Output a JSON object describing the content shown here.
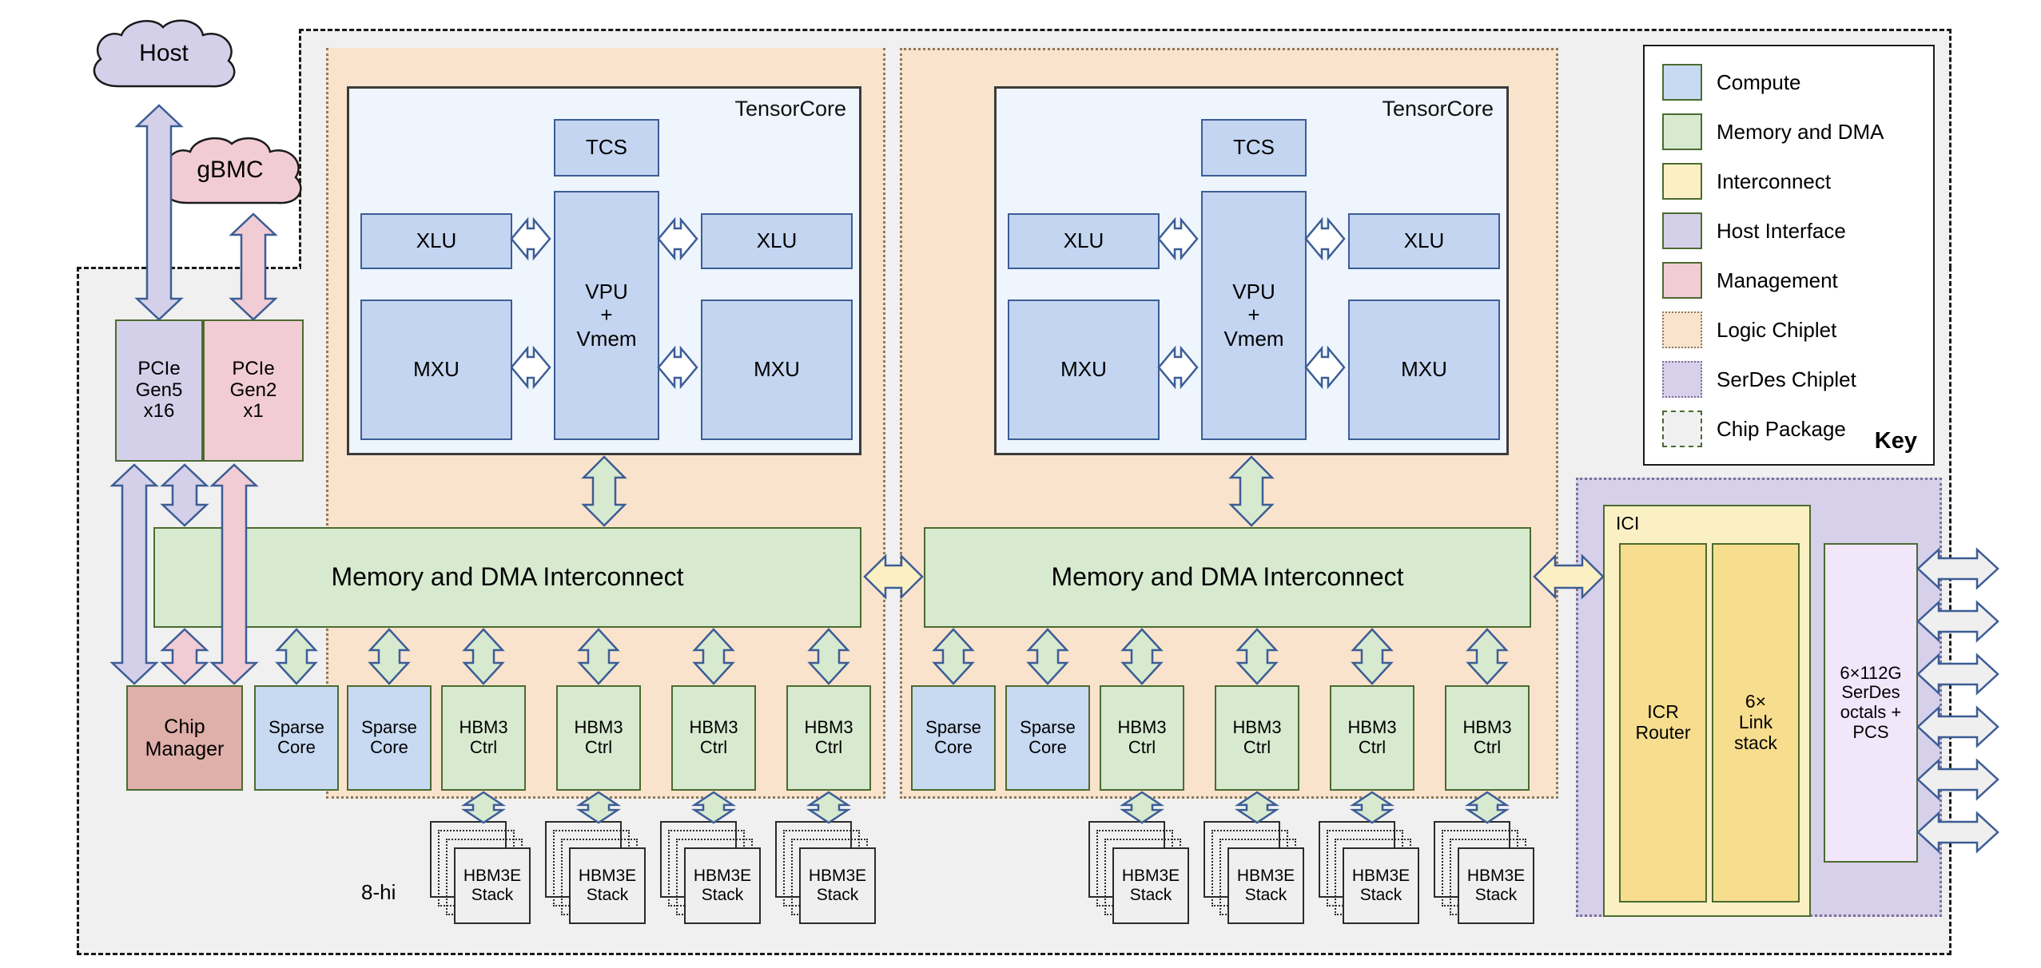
{
  "external": {
    "host": "Host",
    "gbmc": "gBMC"
  },
  "labels": {
    "eight_hi": "8-hi",
    "tensorcore": "TensorCore",
    "ici": "ICI"
  },
  "chiplet_a": {
    "tensorcore": {
      "title": "TensorCore",
      "tcs": "TCS",
      "vpu": "VPU\n+\nVmem",
      "vpu_l1": "VPU",
      "vpu_l2": "+",
      "vpu_l3": "Vmem",
      "xlu_left": "XLU",
      "xlu_right": "XLU",
      "mxu_left": "MXU",
      "mxu_right": "MXU"
    },
    "interconnect": "Memory and DMA Interconnect",
    "bottom_blocks": [
      {
        "label": "Chip\nManager",
        "l1": "Chip",
        "l2": "Manager",
        "kind": "mgmt-dark"
      },
      {
        "label": "Sparse\nCore",
        "l1": "Sparse",
        "l2": "Core",
        "kind": "compute"
      },
      {
        "label": "Sparse\nCore",
        "l1": "Sparse",
        "l2": "Core",
        "kind": "compute"
      },
      {
        "label": "HBM3\nCtrl",
        "l1": "HBM3",
        "l2": "Ctrl",
        "kind": "memdma"
      },
      {
        "label": "HBM3\nCtrl",
        "l1": "HBM3",
        "l2": "Ctrl",
        "kind": "memdma"
      },
      {
        "label": "HBM3\nCtrl",
        "l1": "HBM3",
        "l2": "Ctrl",
        "kind": "memdma"
      },
      {
        "label": "HBM3\nCtrl",
        "l1": "HBM3",
        "l2": "Ctrl",
        "kind": "memdma"
      }
    ],
    "pcie": [
      {
        "l1": "PCIe",
        "l2": "Gen5",
        "l3": "x16",
        "kind": "hostif"
      },
      {
        "l1": "PCIe",
        "l2": "Gen2",
        "l3": "x1",
        "kind": "mgmt"
      }
    ],
    "hbm_stacks": [
      {
        "l1": "HBM3E",
        "l2": "Stack"
      },
      {
        "l1": "HBM3E",
        "l2": "Stack"
      },
      {
        "l1": "HBM3E",
        "l2": "Stack"
      },
      {
        "l1": "HBM3E",
        "l2": "Stack"
      }
    ]
  },
  "chiplet_b": {
    "tensorcore": {
      "title": "TensorCore",
      "tcs": "TCS",
      "vpu_l1": "VPU",
      "vpu_l2": "+",
      "vpu_l3": "Vmem",
      "xlu_left": "XLU",
      "xlu_right": "XLU",
      "mxu_left": "MXU",
      "mxu_right": "MXU"
    },
    "interconnect": "Memory and DMA Interconnect",
    "bottom_blocks": [
      {
        "l1": "Sparse",
        "l2": "Core",
        "kind": "compute"
      },
      {
        "l1": "Sparse",
        "l2": "Core",
        "kind": "compute"
      },
      {
        "l1": "HBM3",
        "l2": "Ctrl",
        "kind": "memdma"
      },
      {
        "l1": "HBM3",
        "l2": "Ctrl",
        "kind": "memdma"
      },
      {
        "l1": "HBM3",
        "l2": "Ctrl",
        "kind": "memdma"
      },
      {
        "l1": "HBM3",
        "l2": "Ctrl",
        "kind": "memdma"
      }
    ],
    "hbm_stacks": [
      {
        "l1": "HBM3E",
        "l2": "Stack"
      },
      {
        "l1": "HBM3E",
        "l2": "Stack"
      },
      {
        "l1": "HBM3E",
        "l2": "Stack"
      },
      {
        "l1": "HBM3E",
        "l2": "Stack"
      }
    ]
  },
  "serdes_chiplet": {
    "ici_label": "ICI",
    "icr_router": {
      "l1": "ICR",
      "l2": "Router"
    },
    "link_stack": {
      "l1": "6×",
      "l2": "Link",
      "l3": "stack"
    },
    "serdes": {
      "l1": "6×112G",
      "l2": "SerDes",
      "l3": "octals +",
      "l4": "PCS"
    },
    "link_count": 6
  },
  "key": {
    "title": "Key",
    "items": [
      {
        "label": "Compute",
        "color": "#c8d9f2",
        "border": "solid",
        "border_color": "#4a6b2f"
      },
      {
        "label": "Memory and DMA",
        "color": "#d7ead0",
        "border": "solid",
        "border_color": "#4a6b2f"
      },
      {
        "label": "Interconnect",
        "color": "#fbf0c4",
        "border": "solid",
        "border_color": "#4a6b2f"
      },
      {
        "label": "Host Interface",
        "color": "#d5d0ea",
        "border": "solid",
        "border_color": "#4a6b2f"
      },
      {
        "label": "Management",
        "color": "#f2ccd4",
        "border": "solid",
        "border_color": "#4a6b2f"
      },
      {
        "label": "Logic Chiplet",
        "color": "#fae3cc",
        "border": "dotted",
        "border_color": "#8a7a63"
      },
      {
        "label": "SerDes Chiplet",
        "color": "#d7d0ea",
        "border": "dotted",
        "border_color": "#7b6f99"
      },
      {
        "label": "Chip Package",
        "color": "#f0f0f0",
        "border": "dashed",
        "border_color": "#4a6b2f"
      }
    ]
  },
  "colors": {
    "compute": "#c8d9f2",
    "memory_dma": "#d7ead0",
    "interconnect": "#fbf0c4",
    "host_interface": "#d5d0ea",
    "management": "#f2ccd4",
    "management_dark": "#dfafa9",
    "logic_chiplet": "#fae3cc",
    "serdes_chiplet": "#d7d0ea",
    "chip_package": "#f0f0f0",
    "serdes_block": "#f2e6fb",
    "arrow_stroke": "#3c5d96"
  }
}
